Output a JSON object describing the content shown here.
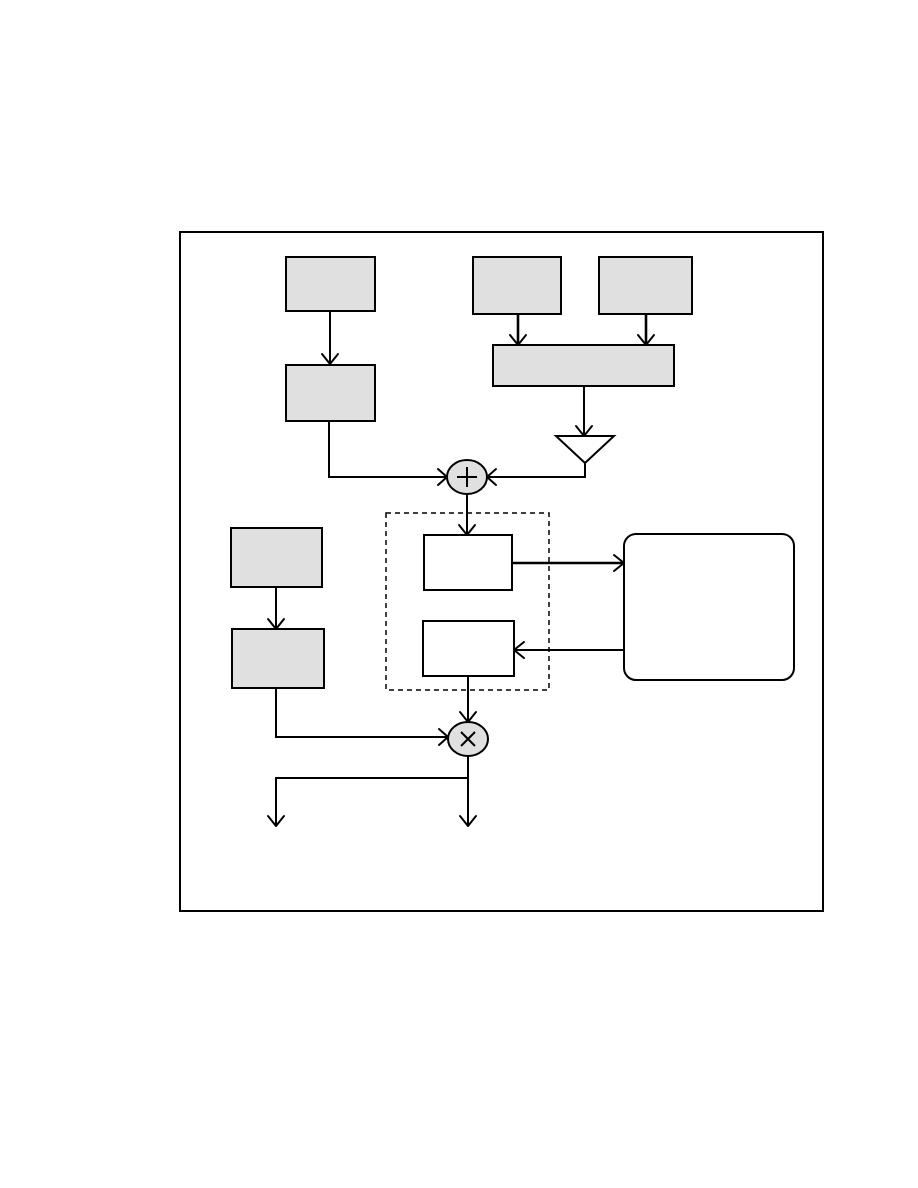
{
  "diagram": {
    "type": "block-diagram",
    "fill_color": "#e0e0e0",
    "line_color": "#000000",
    "blocks": [
      {
        "id": "top-left-block",
        "label": ""
      },
      {
        "id": "second-left-block",
        "label": ""
      },
      {
        "id": "top-middle-block",
        "label": ""
      },
      {
        "id": "top-right-block",
        "label": ""
      },
      {
        "id": "wide-combiner-block",
        "label": ""
      },
      {
        "id": "amplifier-triangle",
        "label": ""
      },
      {
        "id": "summing-junction",
        "symbol": "plus"
      },
      {
        "id": "dashed-group-upper-block",
        "label": ""
      },
      {
        "id": "dashed-group-lower-block",
        "label": ""
      },
      {
        "id": "rounded-right-block",
        "label": ""
      },
      {
        "id": "lower-left-top-block",
        "label": ""
      },
      {
        "id": "lower-left-bottom-block",
        "label": ""
      },
      {
        "id": "multiplier-junction",
        "symbol": "times"
      }
    ],
    "connections": [
      {
        "from": "top-left-block",
        "to": "second-left-block"
      },
      {
        "from": "top-middle-block",
        "to": "wide-combiner-block"
      },
      {
        "from": "top-right-block",
        "to": "wide-combiner-block"
      },
      {
        "from": "wide-combiner-block",
        "to": "amplifier-triangle"
      },
      {
        "from": "second-left-block",
        "to": "summing-junction"
      },
      {
        "from": "amplifier-triangle",
        "to": "summing-junction"
      },
      {
        "from": "summing-junction",
        "to": "dashed-group-upper-block"
      },
      {
        "from": "dashed-group-upper-block",
        "to": "rounded-right-block"
      },
      {
        "from": "rounded-right-block",
        "to": "dashed-group-lower-block"
      },
      {
        "from": "lower-left-top-block",
        "to": "lower-left-bottom-block"
      },
      {
        "from": "lower-left-bottom-block",
        "to": "multiplier-junction"
      },
      {
        "from": "dashed-group-lower-block",
        "to": "multiplier-junction"
      },
      {
        "from": "multiplier-junction",
        "to": "output-left"
      },
      {
        "from": "multiplier-junction",
        "to": "output-right"
      }
    ]
  }
}
